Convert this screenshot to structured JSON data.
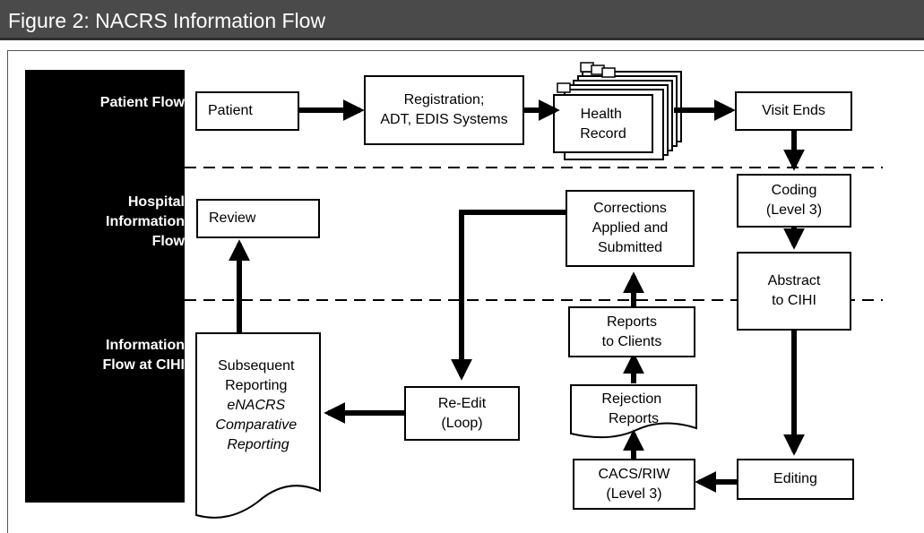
{
  "title": "Figure 2: NACRS Information Flow",
  "lanes": {
    "patient_flow": "Patient Flow",
    "hospital_flow": "Hospital\nInformation\nFlow",
    "cihi_flow": "Information\nFlow at CIHI"
  },
  "nodes": {
    "patient": "Patient",
    "registration": "Registration;\nADT, EDIS Systems",
    "health_record": "Health\nRecord",
    "visit_ends": "Visit Ends",
    "coding": "Coding\n(Level 3)",
    "abstract": "Abstract\nto CIHI",
    "editing": "Editing",
    "cacs_riw": "CACS/RIW\n(Level 3)",
    "rejection_reports": "Rejection\nReports",
    "reports_clients": "Reports\nto Clients",
    "corrections": "Corrections\nApplied and\nSubmitted",
    "re_edit": "Re-Edit\n(Loop)",
    "review": "Review",
    "subsequent_normal": "Subsequent\nReporting",
    "subsequent_italic": "eNACRS\nComparative\nReporting"
  },
  "colors": {
    "title_bar": "#4a4a4a",
    "title_text": "#ffffff",
    "lane_band": "#000000",
    "lines": "#000000"
  }
}
